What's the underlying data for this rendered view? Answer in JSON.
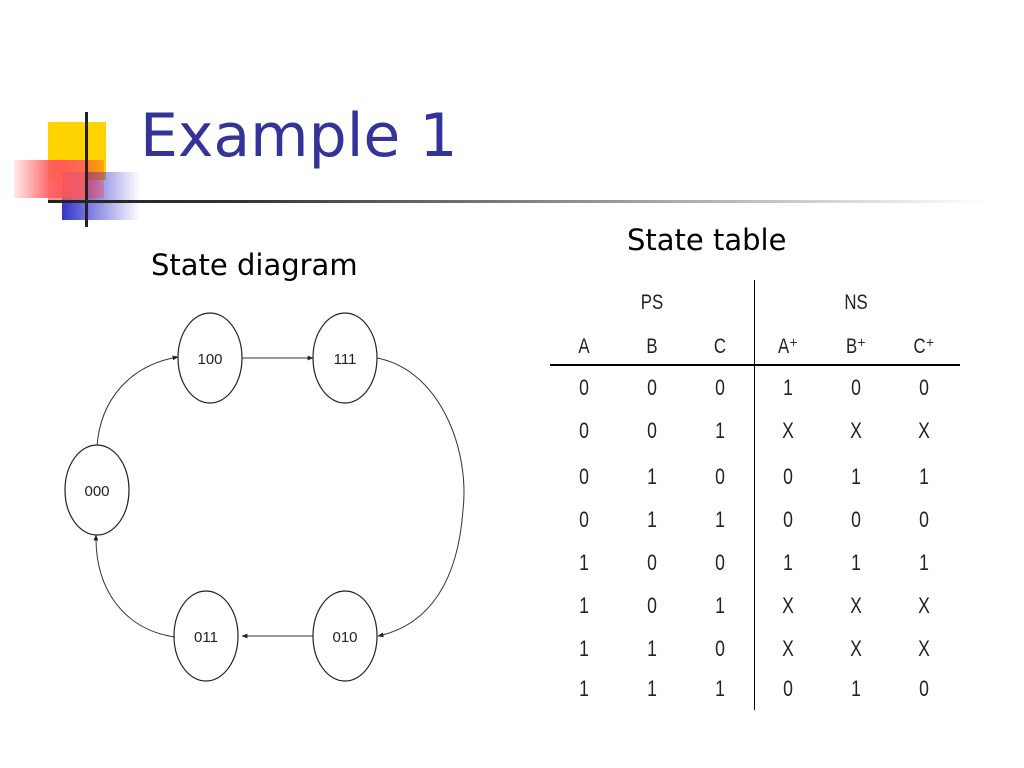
{
  "slide": {
    "title": "Example 1",
    "diagram_label": "State diagram",
    "table_label": "State table"
  },
  "diagram": {
    "states": [
      "100",
      "111",
      "000",
      "011",
      "010"
    ]
  },
  "table": {
    "group_headers": [
      "PS",
      "NS"
    ],
    "columns": [
      "A",
      "B",
      "C",
      "A⁺",
      "B⁺",
      "C⁺"
    ],
    "rows": [
      [
        "0",
        "0",
        "0",
        "1",
        "0",
        "0"
      ],
      [
        "0",
        "0",
        "1",
        "X",
        "X",
        "X"
      ],
      [
        "0",
        "1",
        "0",
        "0",
        "1",
        "1"
      ],
      [
        "0",
        "1",
        "1",
        "0",
        "0",
        "0"
      ],
      [
        "1",
        "0",
        "0",
        "1",
        "1",
        "1"
      ],
      [
        "1",
        "0",
        "1",
        "X",
        "X",
        "X"
      ],
      [
        "1",
        "1",
        "0",
        "X",
        "X",
        "X"
      ],
      [
        "1",
        "1",
        "1",
        "0",
        "1",
        "0"
      ]
    ]
  },
  "colors": {
    "title": "#333399",
    "accent_yellow": "#FFD400",
    "accent_blue": "#3333CC",
    "accent_red": "#FF3333"
  }
}
